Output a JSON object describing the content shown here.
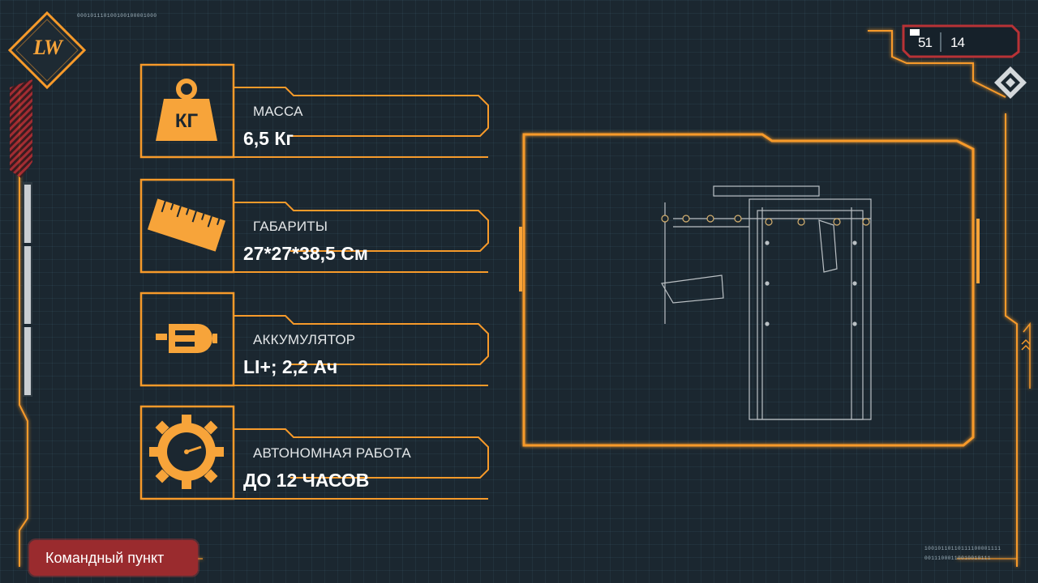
{
  "brand": {
    "logo_text": "LW"
  },
  "binary": {
    "top_left": "000101110100100100001000",
    "bottom_right_1": "10010110110111100001111",
    "bottom_right_2": "00111000110010010111"
  },
  "specs": [
    {
      "icon": "weight-icon",
      "icon_text": "КГ",
      "label": "МАССА",
      "value": "6,5 Кг"
    },
    {
      "icon": "ruler-icon",
      "label": "ГАБАРИТЫ",
      "value": "27*27*38,5 См"
    },
    {
      "icon": "battery-plug-icon",
      "label": "АККУМУЛЯТОР",
      "value": "LI+; 2,2 Ач"
    },
    {
      "icon": "gear-clock-icon",
      "label": "АВТОНОМНАЯ РАБОТА",
      "value": "ДО 12 ЧАСОВ"
    }
  ],
  "status": {
    "value_1": "51",
    "value_2": "14"
  },
  "footer": {
    "command_label": "Командный пункт"
  },
  "colors": {
    "accent": "#f7a43a",
    "accent_glow": "#ff8c1a",
    "alert": "#9a2b2e",
    "background": "#1b2730"
  }
}
